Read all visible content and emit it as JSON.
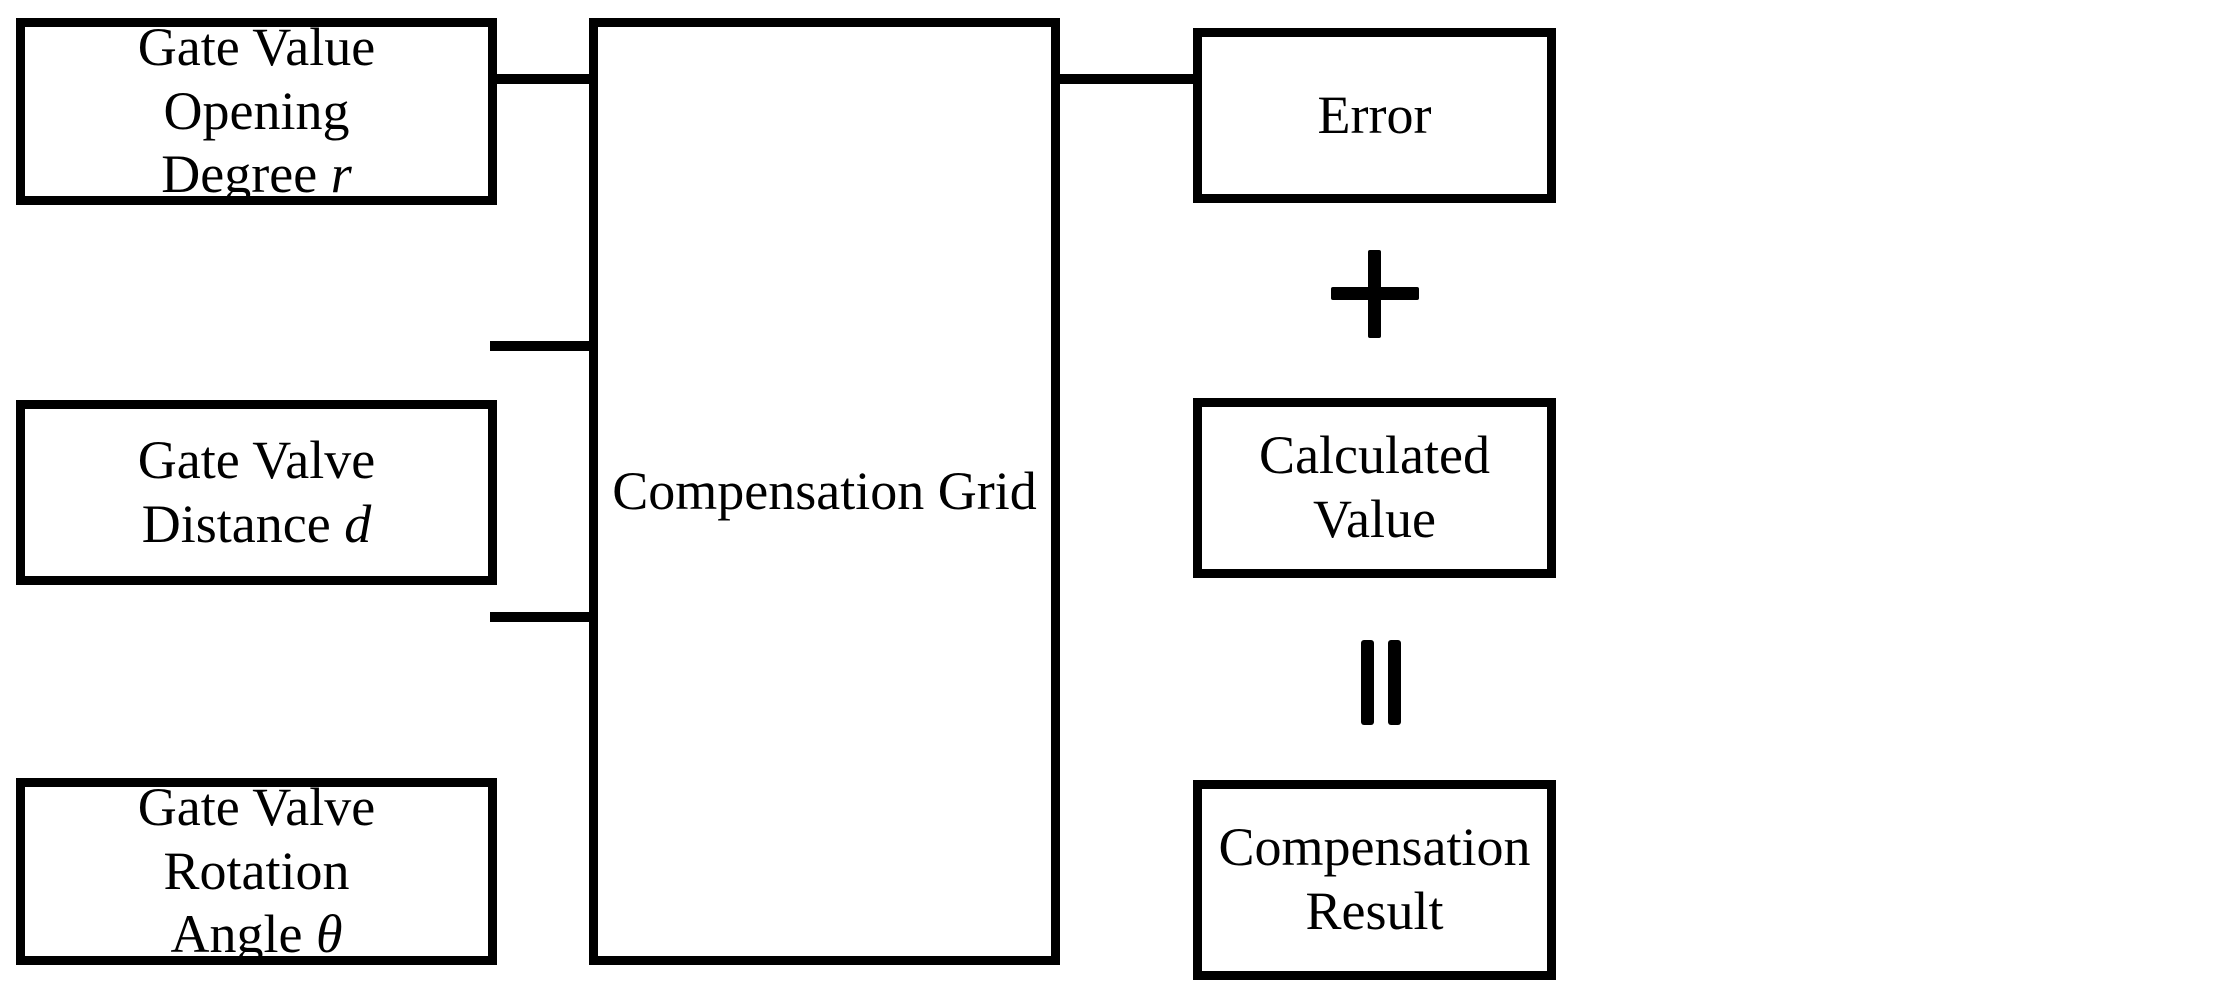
{
  "diagram": {
    "title": "Compensation Grid Block Diagram",
    "background_color": "#ffffff",
    "line_color": "#000000",
    "inputs": [
      {
        "id": "opening-degree",
        "label_line1": "Gate Value Opening",
        "label_line2": "Degree",
        "symbol": "r",
        "symbol_italic": true
      },
      {
        "id": "valve-distance",
        "label_line1": "Gate Valve Distance",
        "label_line2": "",
        "symbol": "d",
        "symbol_italic": true
      },
      {
        "id": "rotation-angle",
        "label_line1": "Gate Valve Rotation",
        "label_line2": "Angle",
        "symbol": "θ",
        "symbol_italic": true
      }
    ],
    "processor": {
      "id": "compensation-grid",
      "label": "Compensation Grid"
    },
    "outputs": [
      {
        "id": "error",
        "label_line1": "Error",
        "label_line2": ""
      },
      {
        "id": "calculated-value",
        "label_line1": "Calculated",
        "label_line2": "Value"
      },
      {
        "id": "compensation-result",
        "label_line1": "Compensation",
        "label_line2": "Result"
      }
    ],
    "operators": [
      {
        "id": "plus",
        "glyph": "+",
        "name": "plus-sign"
      },
      {
        "id": "equals",
        "glyph": "=",
        "name": "equals-sign"
      }
    ],
    "connectors": [
      {
        "id": "opening-degree",
        "from": "opening-degree",
        "to": "compensation-grid"
      },
      {
        "id": "valve-distance",
        "from": "valve-distance",
        "to": "compensation-grid"
      },
      {
        "id": "rotation-angle",
        "from": "rotation-angle",
        "to": "compensation-grid"
      },
      {
        "id": "grid-to-error",
        "from": "compensation-grid",
        "to": "error"
      }
    ]
  }
}
